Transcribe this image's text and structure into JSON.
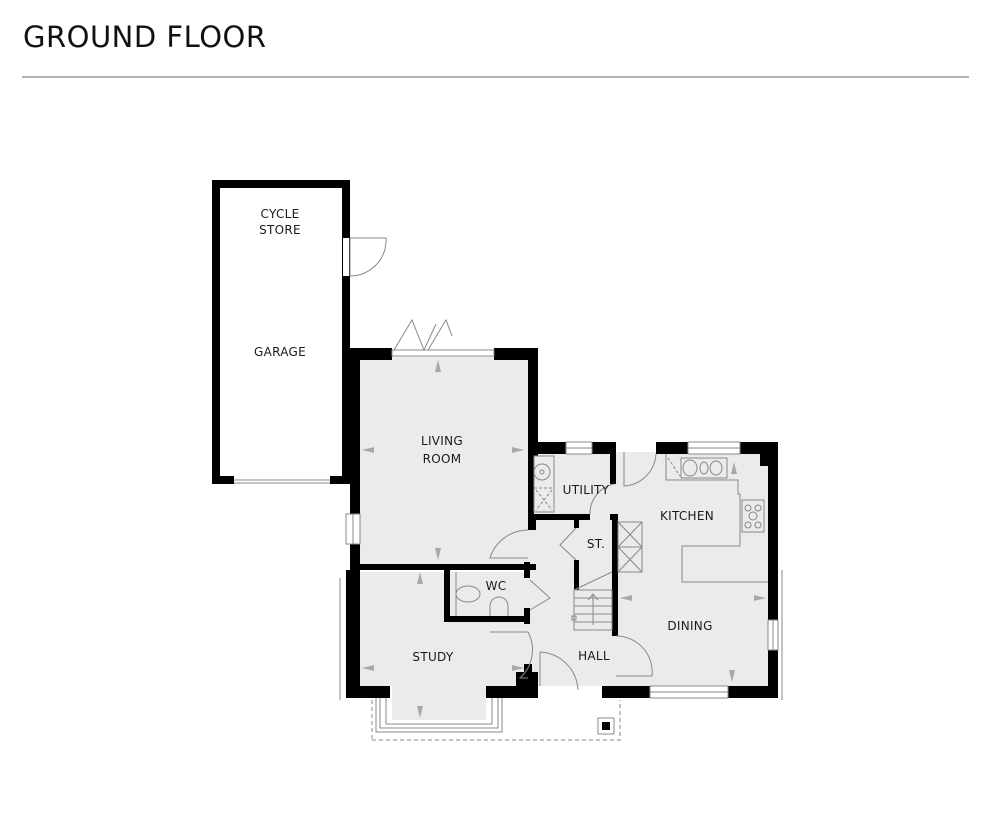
{
  "header": {
    "title": "GROUND FLOOR"
  },
  "colors": {
    "wall": "#000000",
    "floor_fill": "#ebebeb",
    "rule": "#b3b3b3",
    "arrow": "#a8a8a8",
    "fixture_line": "#7a7a7a"
  },
  "rooms": {
    "cycle_store": {
      "line1": "CYCLE",
      "line2": "STORE"
    },
    "garage": {
      "label": "GARAGE"
    },
    "living_room": {
      "line1": "LIVING",
      "line2": "ROOM"
    },
    "utility": {
      "label": "UTILITY"
    },
    "kitchen": {
      "label": "KITCHEN"
    },
    "store": {
      "label": "ST."
    },
    "wc": {
      "label": "WC"
    },
    "study": {
      "label": "STUDY"
    },
    "hall": {
      "label": "HALL"
    },
    "dining": {
      "label": "DINING"
    }
  }
}
